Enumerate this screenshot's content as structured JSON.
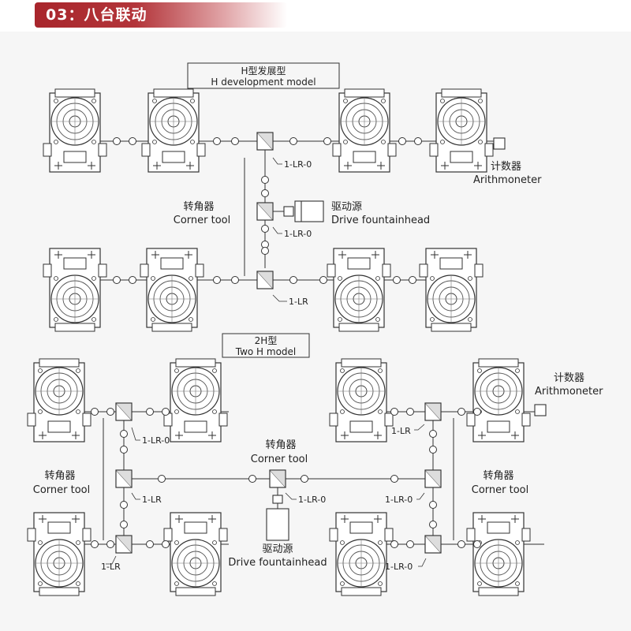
{
  "header": {
    "title": "03：八台联动"
  },
  "h_model": {
    "title_cn": "H型发展型",
    "title_en": "H development model",
    "labels": {
      "lr_top": "1-LR-0",
      "lr_mid": "1-LR-0",
      "lr_bottom": "1-LR",
      "corner_cn": "转角器",
      "corner_en": "Corner tool",
      "drive_cn": "驱动源",
      "drive_en": "Drive fountainhead",
      "counter_cn": "计数器",
      "counter_en": "Arithmoneter"
    }
  },
  "two_h_model": {
    "title_cn": "2H型",
    "title_en": "Two H model",
    "labels": {
      "counter_cn": "计数器",
      "counter_en": "Arithmoneter",
      "lr_left_top": "1-LR-0",
      "lr_left_mid": "1-LR",
      "lr_left_bottom": "1-LR",
      "lr_right_top": "1-LR",
      "lr_right_mid": "1-LR-0",
      "lr_right_bottom": "1-LR-0",
      "lr_center": "1-LR-0",
      "corner_left_cn": "转角器",
      "corner_left_en": "Corner tool",
      "corner_center_cn": "转角器",
      "corner_center_en": "Corner tool",
      "corner_right_cn": "转角器",
      "corner_right_en": "Corner tool",
      "drive_cn": "驱动源",
      "drive_en": "Drive fountainhead"
    }
  }
}
